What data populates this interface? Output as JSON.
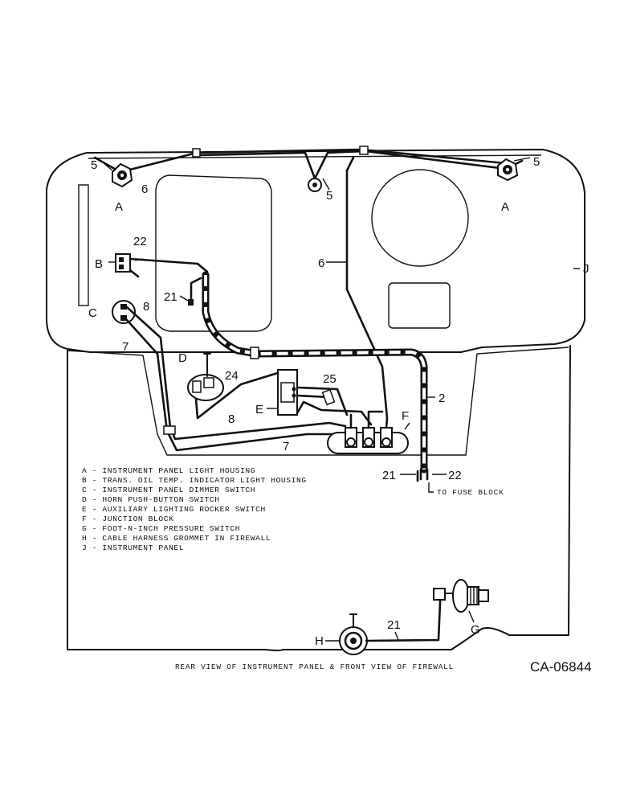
{
  "diagram": {
    "callouts": {
      "a_left": "A",
      "a_right": "A",
      "b": "B",
      "c": "C",
      "d": "D",
      "e": "E",
      "f": "F",
      "g": "G",
      "h": "H",
      "j": "J",
      "n5_left": "5",
      "n5_mid": "5",
      "n5_right": "5",
      "n6_left": "6",
      "n6_mid": "6",
      "n22_top": "22",
      "n21_left": "21",
      "n8_top": "8",
      "n7_top": "7",
      "n24": "24",
      "n25": "25",
      "n2": "2",
      "n8_bottom": "8",
      "n7_bottom": "7",
      "n21_bottom": "21",
      "n22_bottom": "22",
      "n21_firewall": "21",
      "to_fuse_block": "TO FUSE BLOCK"
    },
    "legend": [
      "A - INSTRUMENT PANEL LIGHT HOUSING",
      "B - TRANS. OIL TEMP. INDICATOR LIGHT HOUSING",
      "C - INSTRUMENT PANEL DIMMER SWITCH",
      "D - HORN PUSH-BUTTON SWITCH",
      "E - AUXILIARY LIGHTING ROCKER SWITCH",
      "F - JUNCTION BLOCK",
      "G - FOOT-N-INCH PRESSURE SWITCH",
      "H - CABLE HARNESS GROMMET IN FIREWALL",
      "J - INSTRUMENT PANEL"
    ],
    "caption": "REAR VIEW OF INSTRUMENT PANEL & FRONT VIEW OF FIREWALL",
    "figure_code": "CA-06844"
  }
}
